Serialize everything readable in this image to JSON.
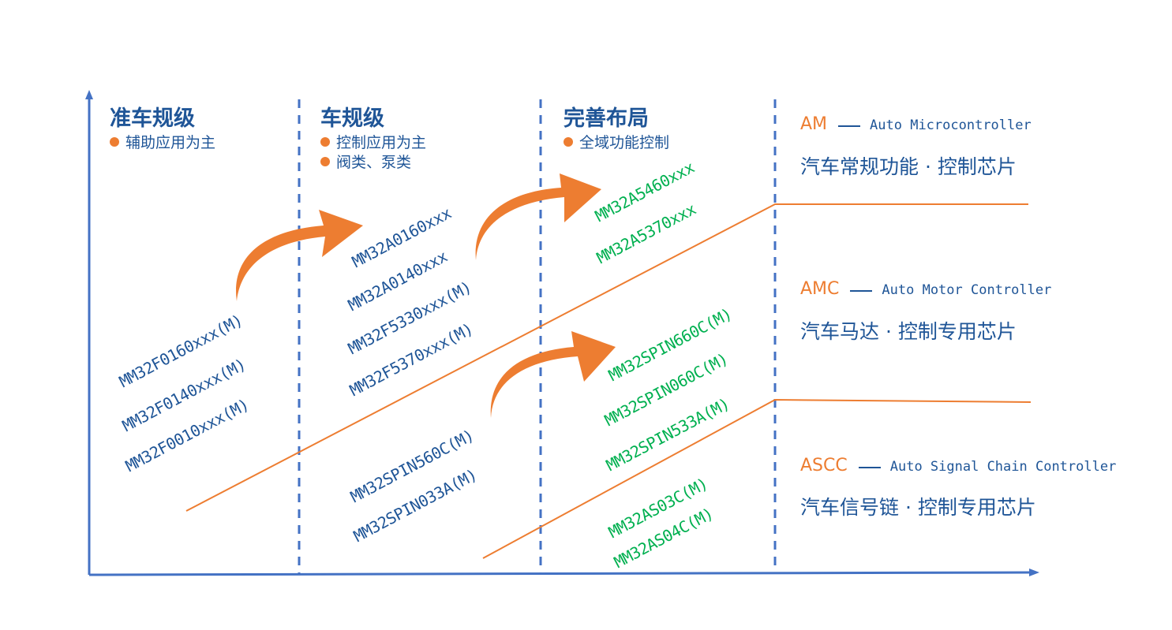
{
  "stages": [
    {
      "title": "准车规级",
      "bullets": [
        "辅助应用为主"
      ]
    },
    {
      "title": "车规级",
      "bullets": [
        "控制应用为主",
        "阀类、泵类"
      ]
    },
    {
      "title": "完善布局",
      "bullets": [
        "全域功能控制"
      ]
    }
  ],
  "chips": {
    "stage1": [
      "MM32F0160xxx(M)",
      "MM32F0140xxx(M)",
      "MM32F0010xxx(M)"
    ],
    "stage2_am": [
      "MM32A0160xxx",
      "MM32A0140xxx",
      "MM32F5330xxx(M)",
      "MM32F5370xxx(M)"
    ],
    "stage2_amc": [
      "MM32SPIN560C(M)",
      "MM32SPIN033A(M)"
    ],
    "stage3_am": [
      "MM32A5460xxx",
      "MM32A5370xxx"
    ],
    "stage3_amc": [
      "MM32SPIN660C(M)",
      "MM32SPIN060C(M)",
      "MM32SPIN533A(M)"
    ],
    "stage3_ascc": [
      "MM32AS03C(M)",
      "MM32AS04C(M)"
    ]
  },
  "categories": [
    {
      "abbr": "AM",
      "full": "Auto Microcontroller",
      "desc": "汽车常规功能 · 控制芯片"
    },
    {
      "abbr": "AMC",
      "full": "Auto Motor Controller",
      "desc": "汽车马达 · 控制专用芯片"
    },
    {
      "abbr": "ASCC",
      "full": "Auto Signal Chain Controller",
      "desc": "汽车信号链 · 控制专用芯片"
    }
  ],
  "colors": {
    "blue": "#1f5597",
    "axis": "#4472c4",
    "orange": "#ed7d31",
    "green": "#00b050"
  }
}
